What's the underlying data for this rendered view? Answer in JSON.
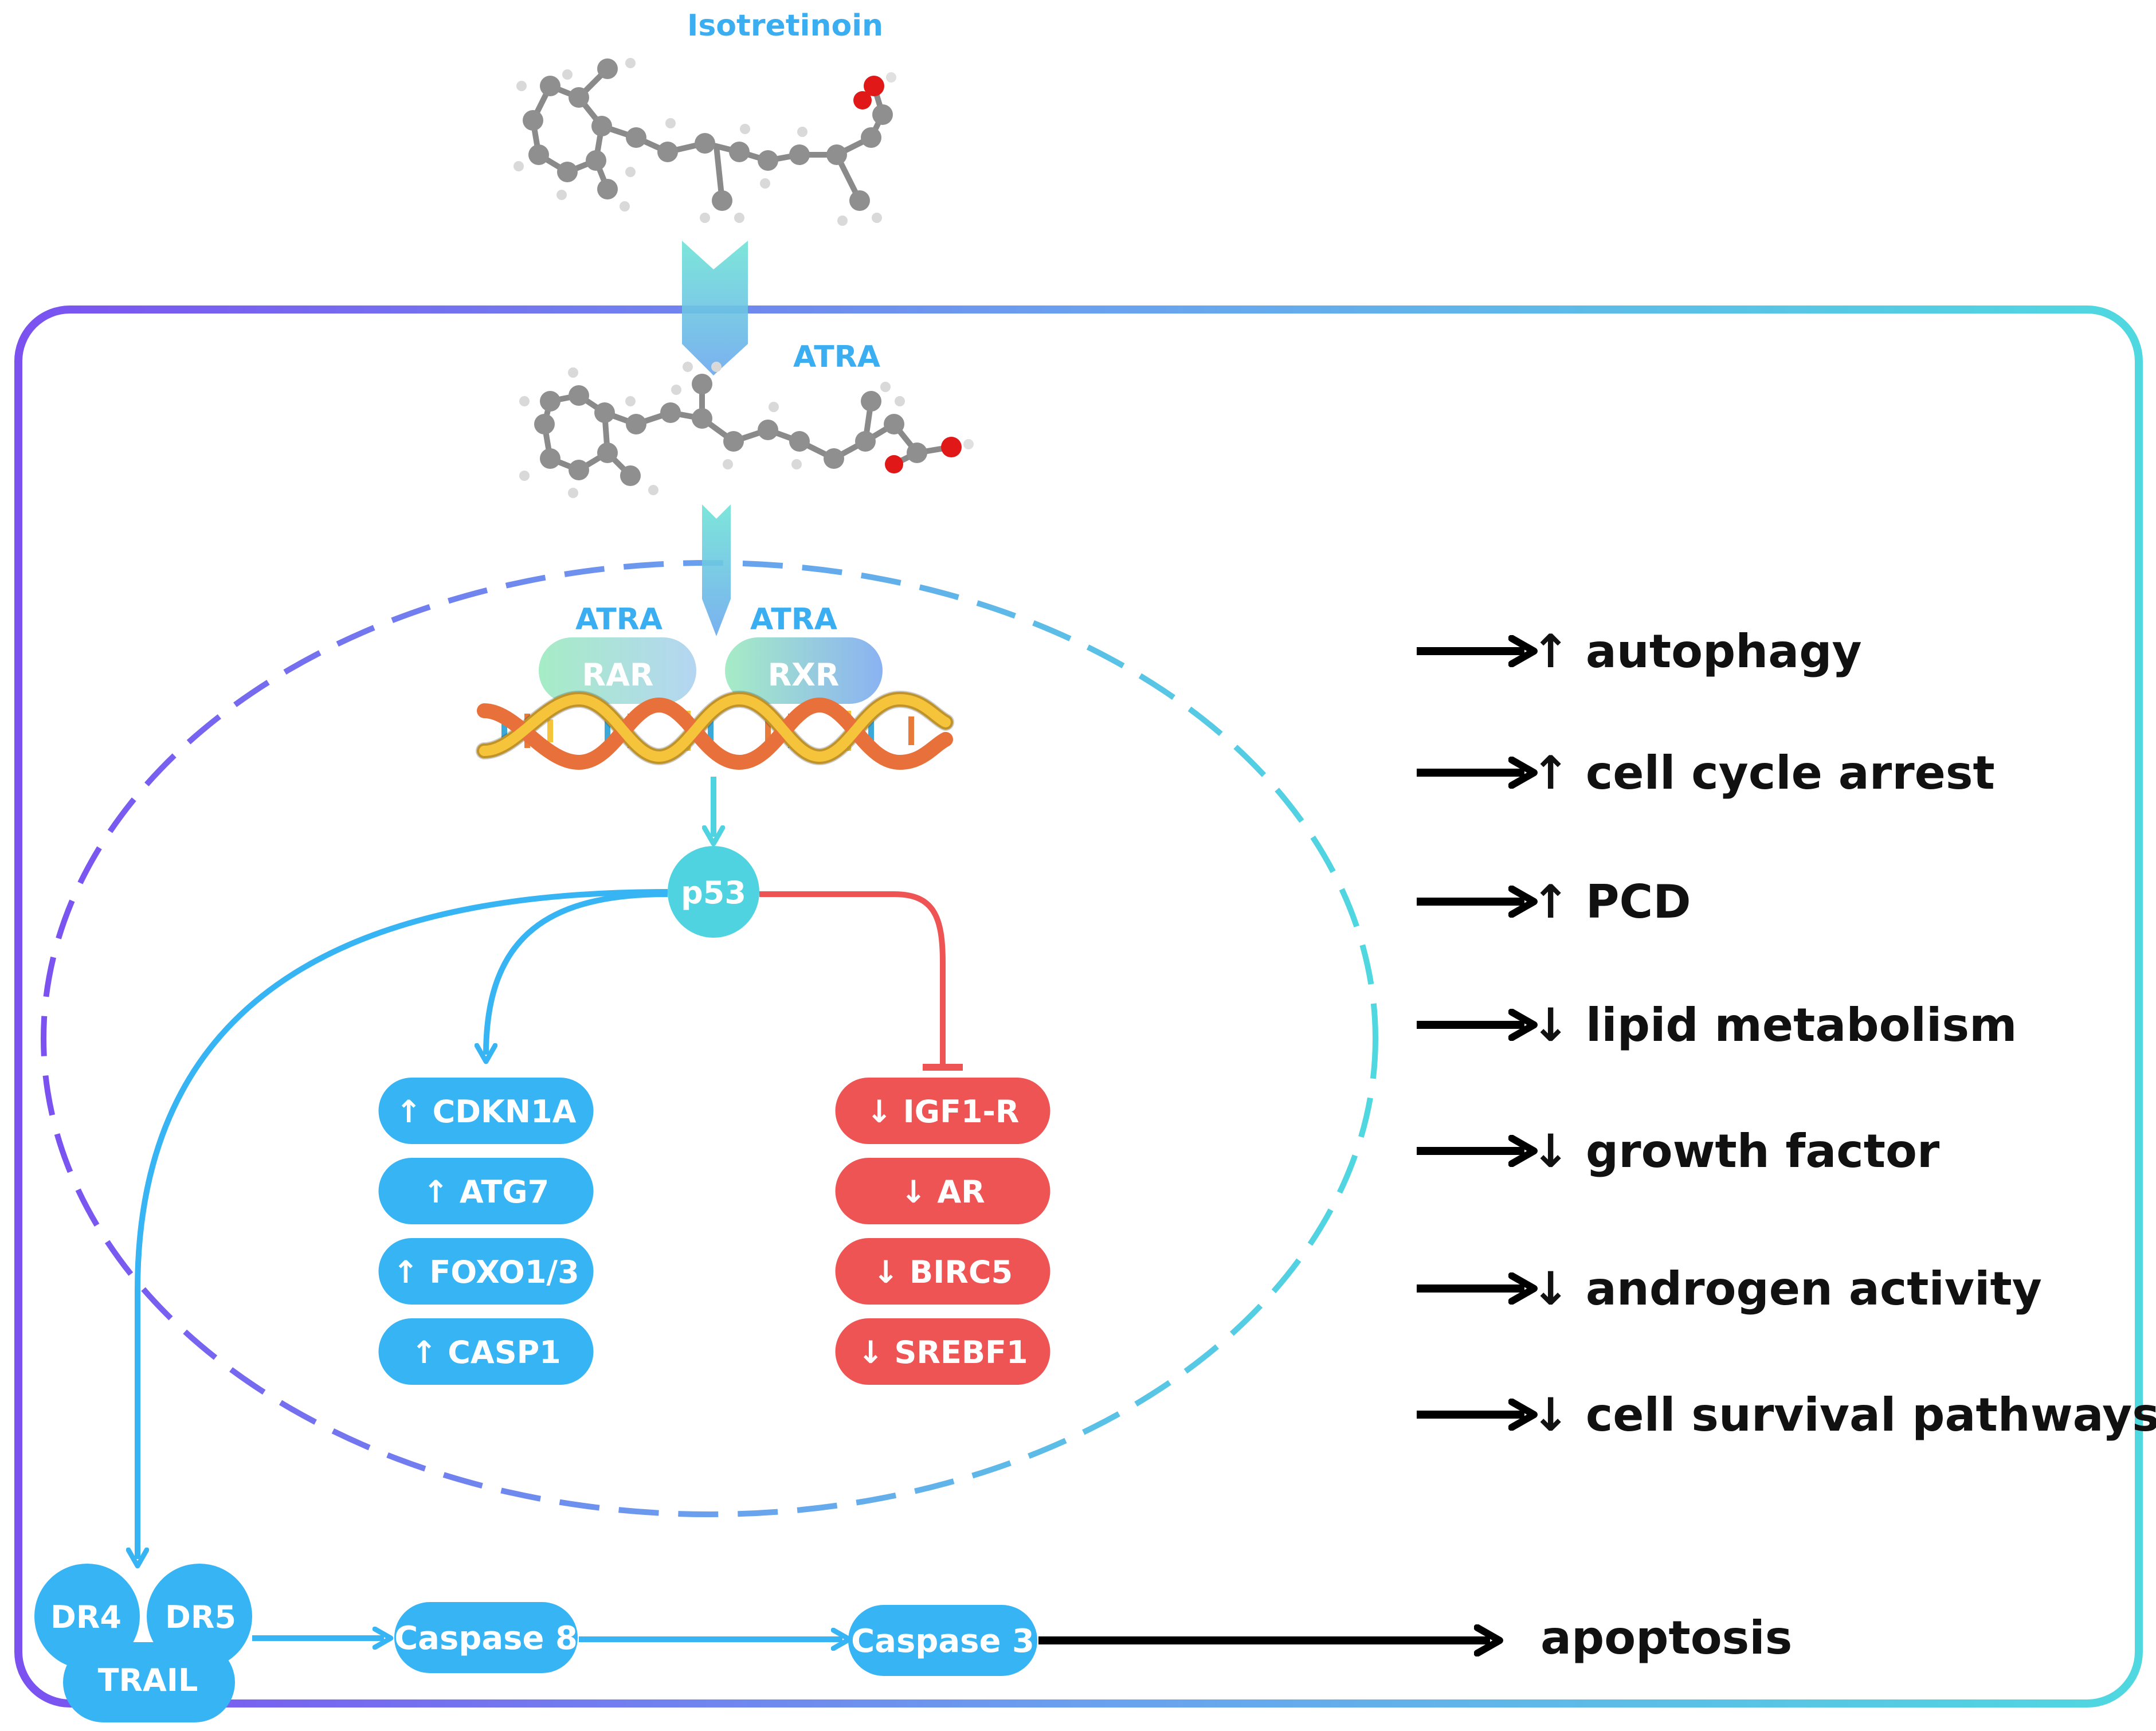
{
  "colors": {
    "blue": "#36b4f4",
    "red": "#ef5455",
    "cyan": "#4fd3e0",
    "purple": "#7b52f0",
    "black": "#000000"
  },
  "molecules": {
    "drug_label": "Isotretinoin",
    "metabolite_label": "ATRA",
    "bound_labels": [
      "ATRA",
      "ATRA"
    ]
  },
  "receptors": [
    "RAR",
    "RXR"
  ],
  "hub": "p53",
  "upregulated": [
    "↑ CDKN1A",
    "↑ ATG7",
    "↑ FOXO1/3",
    "↑ CASP1"
  ],
  "downregulated": [
    "↓ IGF1-R",
    "↓ AR",
    "↓ BIRC5",
    "↓ SREBF1"
  ],
  "outcomes": [
    "↑ autophagy",
    "↑ cell cycle arrest",
    "↑ PCD",
    "↓ lipid metabolism",
    "↓ growth factor",
    "↓ androgen activity",
    "↓ cell survival pathways"
  ],
  "death_receptors": {
    "dr4": "DR4",
    "dr5": "DR5",
    "ligand": "TRAIL"
  },
  "caspases": [
    "Caspase 8",
    "Caspase 3"
  ],
  "final_outcome": "apoptosis",
  "icons": [
    "molecule-icon",
    "dna-helix-icon",
    "arrow-icon"
  ]
}
